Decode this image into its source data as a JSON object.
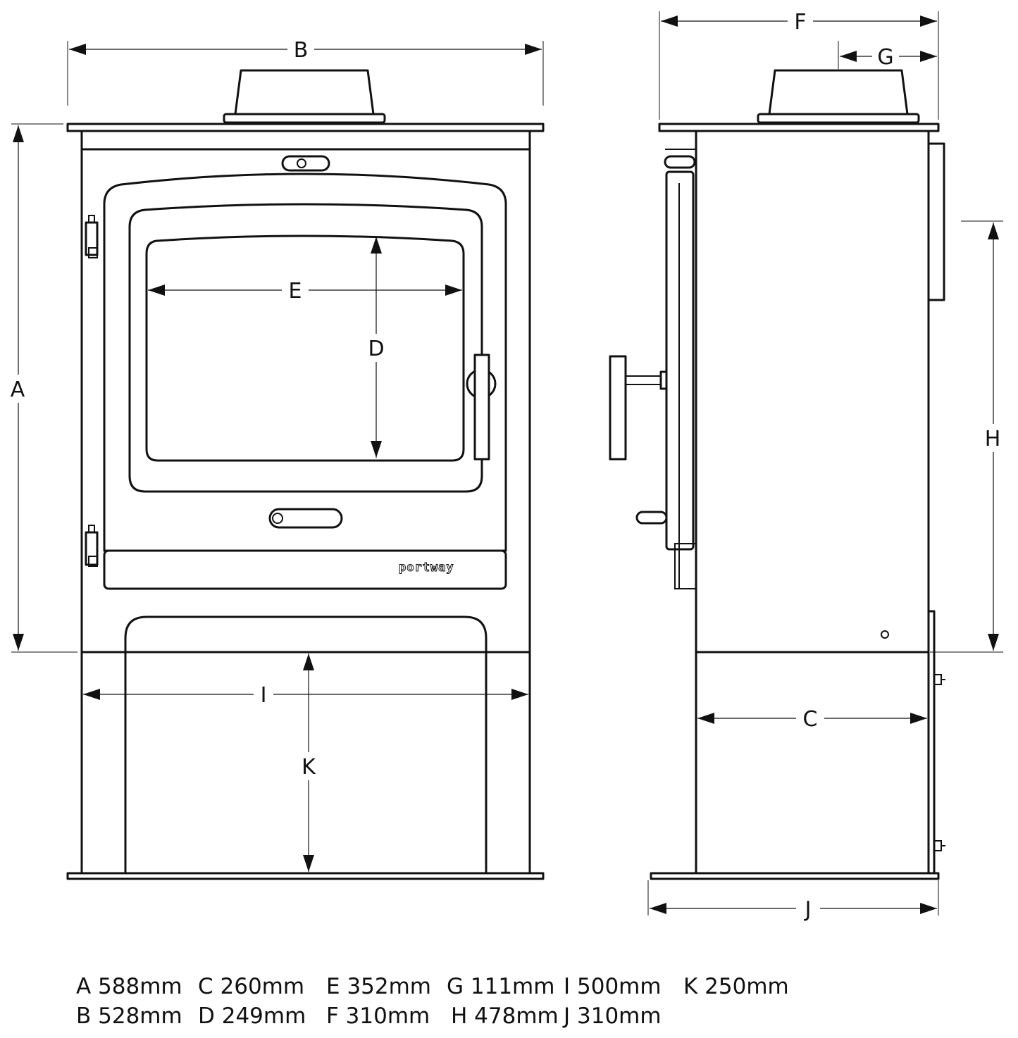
{
  "labels": {
    "a": "A",
    "b": "B",
    "c": "C",
    "d": "D",
    "e": "E",
    "f": "F",
    "g": "G",
    "h": "H",
    "i": "I",
    "j": "J",
    "k": "K"
  },
  "brand": "portway",
  "legend": {
    "row1": [
      "A 588mm",
      "C 260mm",
      "E 352mm",
      "G 111mm",
      "I  500mm",
      "K 250mm"
    ],
    "row2": [
      "B 528mm",
      "D 249mm",
      "F 310mm",
      "H 478mm",
      "J  310mm"
    ]
  }
}
